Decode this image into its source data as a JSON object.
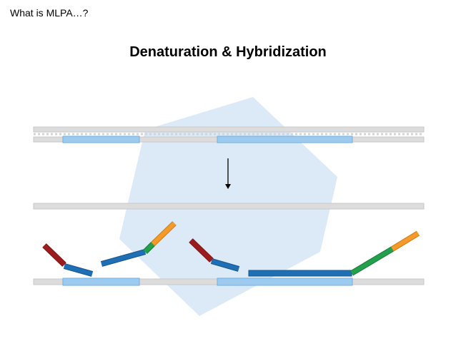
{
  "header": {
    "corner_title": "What is MLPA…?",
    "slide_title": "Denaturation & Hybridization"
  },
  "colors": {
    "dna_strand": "#dcdcdc",
    "dna_strand_edge": "#c4c4c4",
    "target_region": "#9dcbef",
    "target_edge": "#6fb0e2",
    "background_shape": "#dce9f7",
    "hybridizing_sequence": "#1f6fb5",
    "stuffer_green": "#22a04b",
    "primer_orange": "#f39a2a",
    "primer_red": "#9b1c1c"
  },
  "diagram": {
    "steps": [
      "double-stranded DNA",
      "denatured single strands",
      "probes hybridized to target"
    ],
    "arrow_icon": "down-arrow"
  }
}
